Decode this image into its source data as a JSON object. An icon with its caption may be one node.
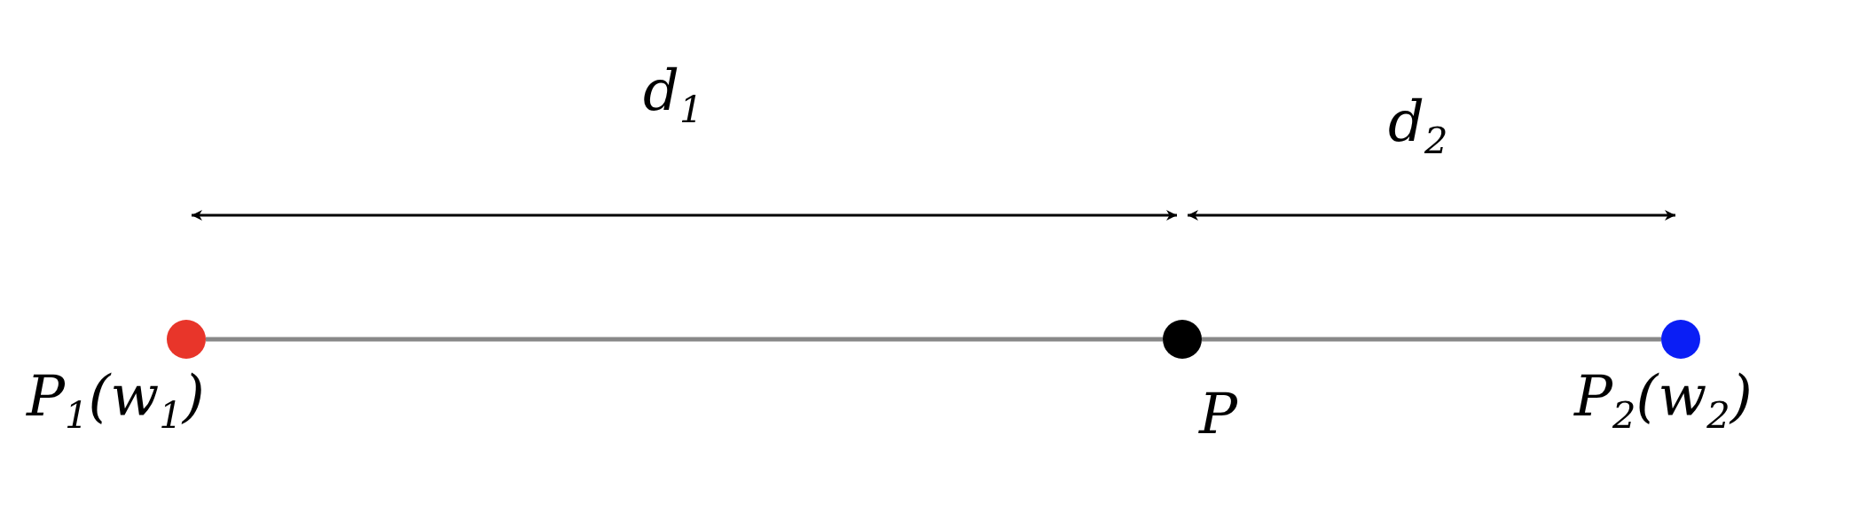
{
  "diagram": {
    "nodes": [
      {
        "text": [],
        "shape": "circle",
        "beside": [
          "P$_{1}$(w$_{1}$)"
        ]
      },
      {
        "text": [],
        "shape": "circle",
        "beside": [
          "P"
        ]
      },
      {
        "text": [],
        "shape": "circle",
        "beside": [
          "P$_{2}$(w$_{2}$)"
        ]
      }
    ],
    "edges": [
      {
        "from": 0,
        "to": 1,
        "arrow": "none"
      },
      {
        "from": 1,
        "to": 2,
        "arrow": "none"
      }
    ],
    "labels": [
      "d$_{1}$",
      "d$_{2}$"
    ]
  }
}
